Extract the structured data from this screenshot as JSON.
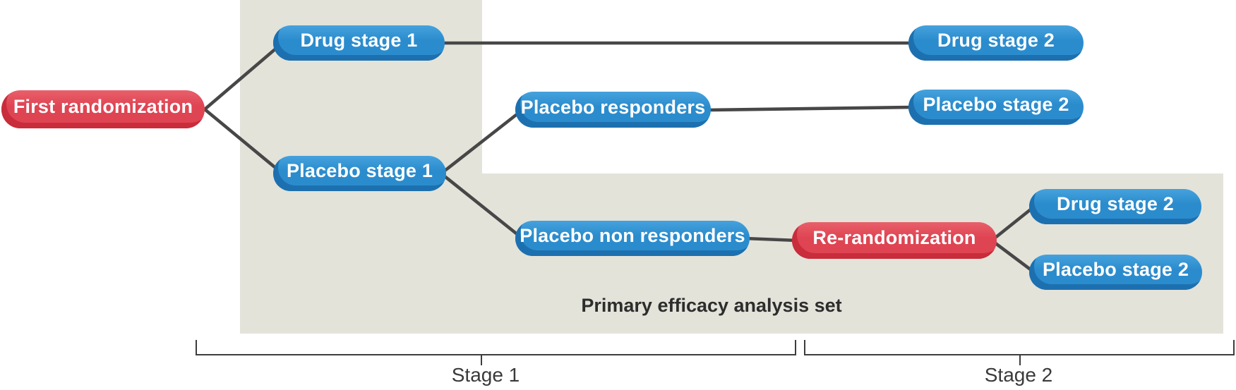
{
  "figure": {
    "type": "flow-diagram",
    "nodes": {
      "first_randomization": "First randomization",
      "drug_stage_1": "Drug stage 1",
      "placebo_stage_1": "Placebo stage 1",
      "placebo_responders": "Placebo responders",
      "placebo_non_responders": "Placebo non responders",
      "re_randomization": "Re-randomization",
      "drug_stage_2_top": "Drug stage 2",
      "placebo_stage_2_top": "Placebo stage 2",
      "drug_stage_2_bottom": "Drug stage 2",
      "placebo_stage_2_bottom": "Placebo stage 2"
    },
    "edges": [
      {
        "from": "first_randomization",
        "to": "drug_stage_1"
      },
      {
        "from": "first_randomization",
        "to": "placebo_stage_1"
      },
      {
        "from": "drug_stage_1",
        "to": "drug_stage_2_top"
      },
      {
        "from": "placebo_stage_1",
        "to": "placebo_responders"
      },
      {
        "from": "placebo_stage_1",
        "to": "placebo_non_responders"
      },
      {
        "from": "placebo_responders",
        "to": "placebo_stage_2_top"
      },
      {
        "from": "placebo_non_responders",
        "to": "re_randomization"
      },
      {
        "from": "re_randomization",
        "to": "drug_stage_2_bottom"
      },
      {
        "from": "re_randomization",
        "to": "placebo_stage_2_bottom"
      }
    ],
    "region_label": "Primary efficacy analysis set",
    "stage_labels": {
      "stage1": "Stage 1",
      "stage2": "Stage 2"
    },
    "colors": {
      "randomization_node": "#df4452",
      "randomization_node_shadow": "#c92c3a",
      "treatment_node": "#2b8ccd",
      "treatment_node_shadow": "#1d70af",
      "highlight_region": "#e3e3da",
      "connector_line": "#474747",
      "node_text": "#ffffff",
      "caption_text": "#2d2d2d"
    }
  }
}
